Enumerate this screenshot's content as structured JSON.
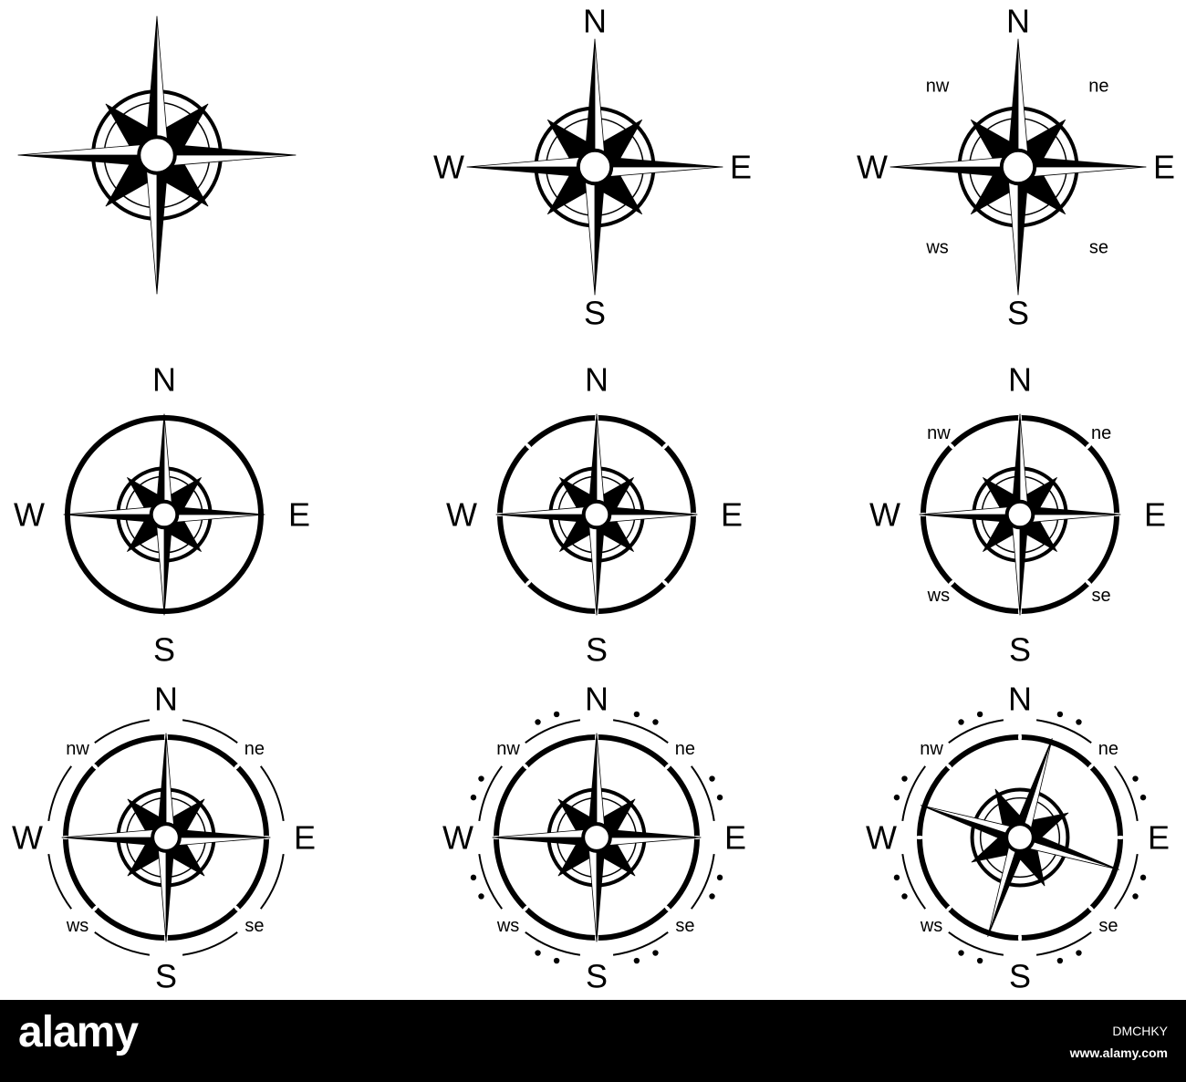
{
  "colors": {
    "ink": "#000000",
    "paper": "#ffffff"
  },
  "compasses": [
    {
      "labels": {}
    },
    {
      "labels": {
        "n": "N",
        "s": "S",
        "e": "E",
        "w": "W"
      }
    },
    {
      "labels": {
        "n": "N",
        "s": "S",
        "e": "E",
        "w": "W",
        "ne": "ne",
        "nw": "nw",
        "se": "se",
        "sw": "ws"
      }
    },
    {
      "labels": {
        "n": "N",
        "s": "S",
        "e": "E",
        "w": "W"
      }
    },
    {
      "labels": {
        "n": "N",
        "s": "S",
        "e": "E",
        "w": "W"
      }
    },
    {
      "labels": {
        "n": "N",
        "s": "S",
        "e": "E",
        "w": "W",
        "ne": "ne",
        "nw": "nw",
        "se": "se",
        "sw": "ws"
      }
    },
    {
      "labels": {
        "n": "N",
        "s": "S",
        "e": "E",
        "w": "W",
        "ne": "ne",
        "nw": "nw",
        "se": "se",
        "sw": "ws"
      }
    },
    {
      "labels": {
        "n": "N",
        "s": "S",
        "e": "E",
        "w": "W",
        "ne": "ne",
        "nw": "nw",
        "se": "se",
        "sw": "ws"
      }
    },
    {
      "labels": {
        "n": "N",
        "s": "S",
        "e": "E",
        "w": "W",
        "ne": "ne",
        "nw": "nw",
        "se": "se",
        "sw": "ws"
      }
    }
  ],
  "watermark": {
    "brand": "alamy",
    "image_id": "DMCHKY",
    "site": "www.alamy.com"
  }
}
